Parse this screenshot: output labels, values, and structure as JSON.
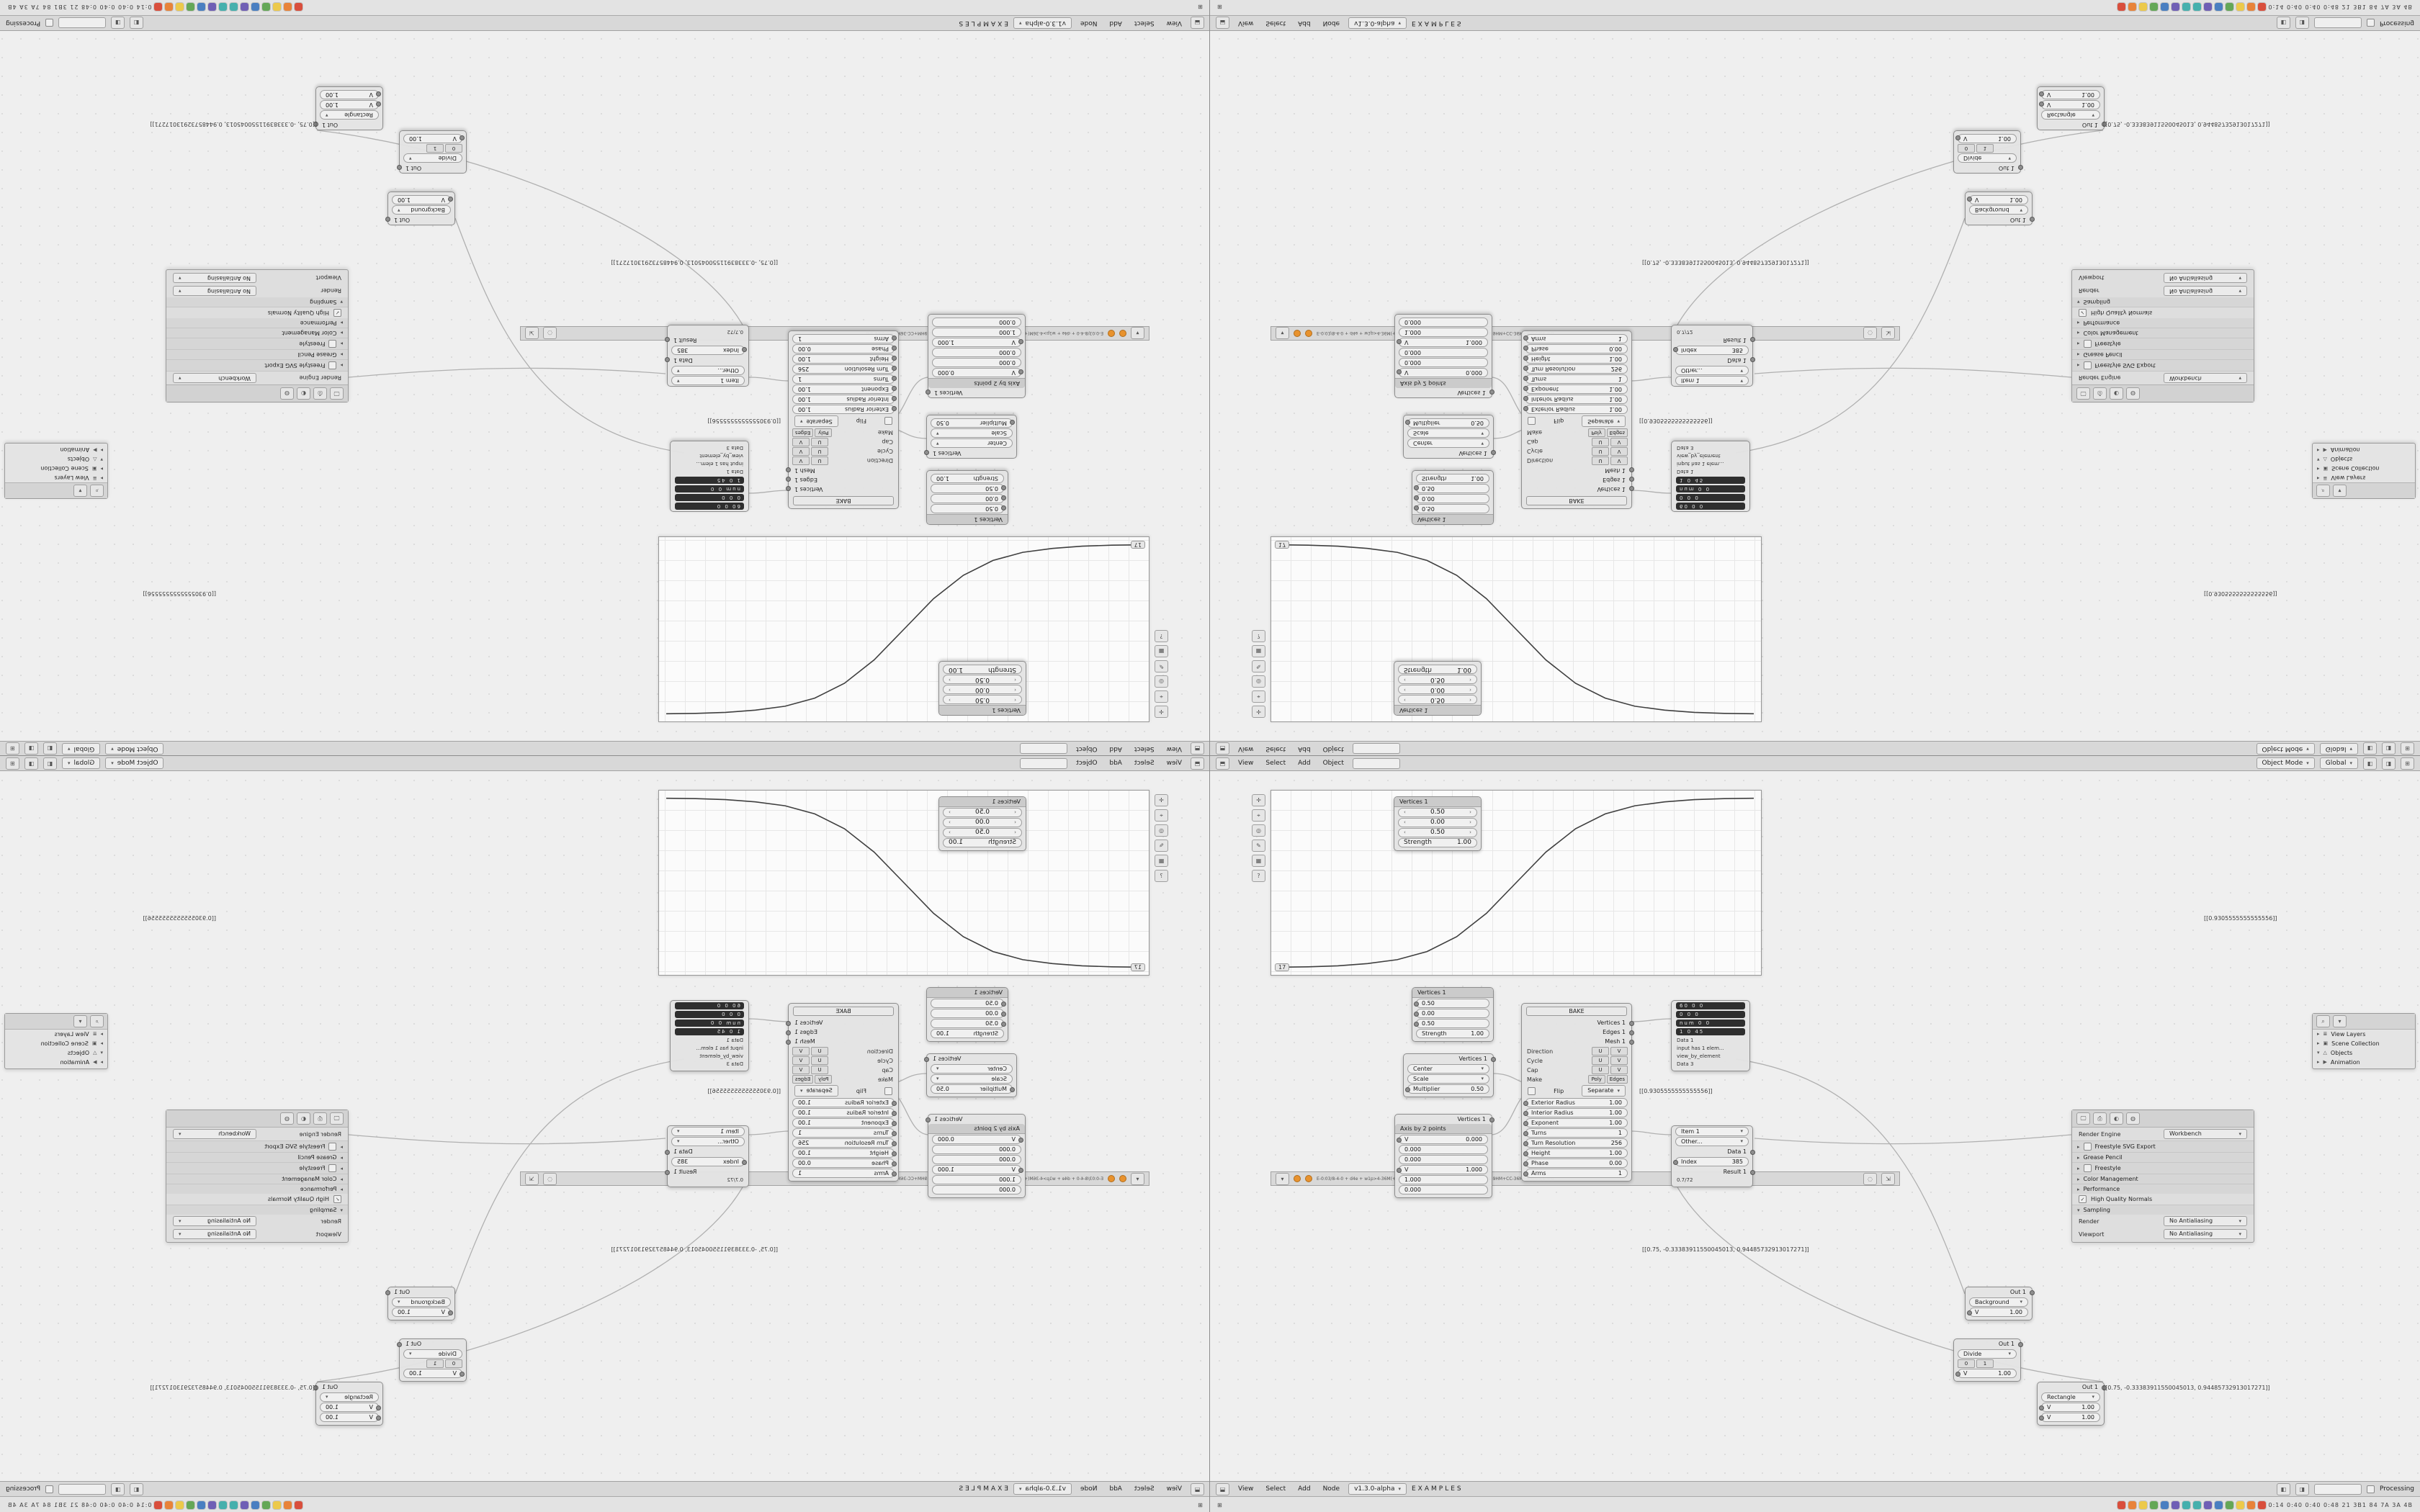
{
  "taskbar": {
    "left": "⊞",
    "tray": "0:14 0:40 0:40 0:48  21 3B1 84 7A 3A 4B",
    "icon_styles": [
      "background:#d94f3d",
      "background:#e8833a",
      "background:#ecc94b",
      "background:#64a757",
      "background:#4a7fc1",
      "background:#6f5fb5",
      "background:#45b0ad"
    ]
  },
  "topbar": {
    "mode": "Object Mode",
    "orientation": "Global",
    "menus": [
      "View",
      "Select",
      "Add",
      "Object"
    ]
  },
  "footer": {
    "menus": [
      "View",
      "Select",
      "Add",
      "Node"
    ],
    "version": "v1.3.0-alpha",
    "workspace": "EXAMPLES",
    "status": "Processing"
  },
  "divider": {
    "path": "E-0:03/8-4-0 + d4e + w1p>4-36M(+w1p36)+CC-36M · 4+03+0 + 8-0-9HM>e4e-9HM+CC-36M · E-0:03/8-4-0"
  },
  "graph": {
    "badge": "17",
    "curve": {
      "type": "line",
      "x": [
        0,
        0.0625,
        0.125,
        0.1875,
        0.25,
        0.3125,
        0.375,
        0.4375,
        0.5,
        0.5625,
        0.625,
        0.6875,
        0.75,
        0.8125,
        0.875,
        0.9375,
        1
      ],
      "y": [
        0.003,
        0.005,
        0.011,
        0.024,
        0.047,
        0.095,
        0.182,
        0.32,
        0.5,
        0.68,
        0.818,
        0.905,
        0.953,
        0.976,
        0.989,
        0.995,
        0.997
      ]
    }
  },
  "nodes": {
    "vertices_small": {
      "title": "Vertices 1",
      "values": [
        "0.50",
        "0.00",
        "0.50"
      ],
      "strength_label": "Strength",
      "strength_value": "1.00"
    },
    "center_scale": {
      "output": "Vertices 1",
      "center": "Center",
      "scale": "Scale",
      "multiplier_label": "Multiplier",
      "multiplier_value": "0.50"
    },
    "axis": {
      "output": "Vertices 1",
      "title": "Axis by 2 points",
      "v_label": "V",
      "vec1": [
        "0.000",
        "0.000",
        "0.000"
      ],
      "vec2": [
        "1.000",
        "1.000",
        "0.000"
      ]
    },
    "spiral": {
      "bake": "BAKE",
      "outputs": [
        "Vertices 1",
        "Edges 1",
        "Mesh 1"
      ],
      "selectors": [
        {
          "label": "Direction",
          "a": "U",
          "b": "V"
        },
        {
          "label": "Cycle",
          "a": "U",
          "b": "V"
        },
        {
          "label": "Cap",
          "a": "U",
          "b": "V"
        },
        {
          "label": "Make",
          "a": "Poly",
          "b": "Edges"
        }
      ],
      "flip": "Flip",
      "separate": "Separate",
      "fields": [
        {
          "label": "Exterior Radius",
          "value": "1.00"
        },
        {
          "label": "Interior Radius",
          "value": "1.00"
        },
        {
          "label": "Exponent",
          "value": "1.00"
        },
        {
          "label": "Turns",
          "value": "1"
        },
        {
          "label": "Turn Resolution",
          "value": "256"
        },
        {
          "label": "Height",
          "value": "1.00"
        },
        {
          "label": "Phase",
          "value": "0.00"
        },
        {
          "label": "Arms",
          "value": "1"
        }
      ]
    },
    "item": {
      "item": "Item 1",
      "other": "Other...",
      "data_out": "Data 1",
      "index_label": "Index",
      "index_value": "385",
      "result": "Result 1",
      "ratio": "0.7/72"
    },
    "matrix": {
      "chips": [
        "60 0 0",
        "0 0 0",
        "num 0 0",
        "1 0 45"
      ],
      "lines": [
        "Data 1",
        "input has 1 elem...",
        "view_by_element",
        "Data 3"
      ]
    },
    "divide": {
      "out": "Out 1",
      "op": "Divide",
      "bits_a": "0",
      "bits_b": "1",
      "v_label": "V",
      "value": "1.00"
    },
    "background": {
      "out": "Out 1",
      "label": "Background",
      "v_label": "V",
      "value": "1.00"
    },
    "rect": {
      "out": "Out 1",
      "shape": "Rectangle",
      "v_label": "V",
      "value1": "1.00",
      "value2": "1.00"
    }
  },
  "annotations": {
    "vec3": "[[0.75, -0.33383911550045013, 0.94485732913017271]]",
    "scalar": "[[0.9305555555555556]]"
  },
  "properties": {
    "engine_label": "Render Engine",
    "engine_value": "Workbench",
    "sections": [
      "Freestyle SVG Export",
      "Grease Pencil",
      "Freestyle",
      "Color Management",
      "Performance"
    ],
    "hq_normals": "High Quality Normals",
    "sampling": "Sampling",
    "render_label": "Render",
    "render_value": "No Antialiasing",
    "viewport_label": "Viewport",
    "viewport_value": "No Antialiasing"
  },
  "outliner": {
    "items": [
      "View Layers",
      "Scene Collection",
      "Objects",
      "Animation"
    ]
  }
}
